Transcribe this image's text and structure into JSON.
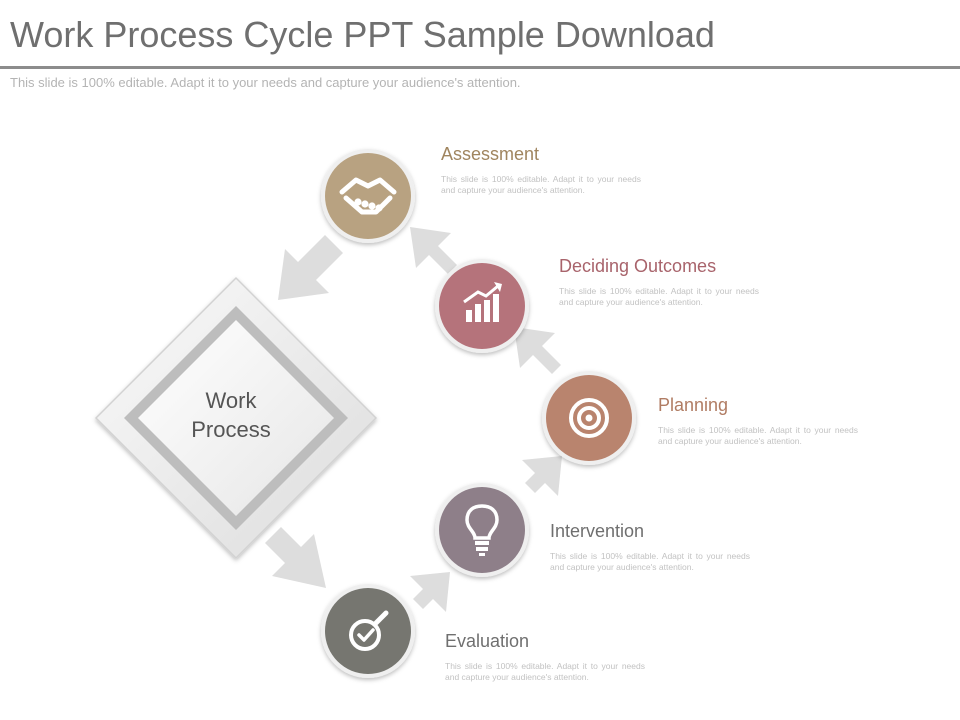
{
  "slide": {
    "title": "Work Process Cycle PPT Sample Download",
    "subtitle": "This slide is 100% editable. Adapt it to your needs and capture your audience's attention."
  },
  "center": {
    "line1": "Work",
    "line2": "Process"
  },
  "steps": [
    {
      "title": "Assessment",
      "desc": "This slide is 100% editable. Adapt it to your needs and capture your audience's attention.",
      "icon": "handshake-icon",
      "color": "#b8a281",
      "title_color": "#a0855f"
    },
    {
      "title": "Deciding Outcomes",
      "desc": "This slide is 100% editable. Adapt it to your needs and capture your audience's attention.",
      "icon": "growth-chart-icon",
      "color": "#b5737b",
      "title_color": "#a8636b"
    },
    {
      "title": "Planning",
      "desc": "This slide is 100% editable. Adapt it to your needs and capture your audience's attention.",
      "icon": "target-icon",
      "color": "#b9846e",
      "title_color": "#b07c63"
    },
    {
      "title": "Intervention",
      "desc": "This slide is 100% editable. Adapt it to your needs and capture your audience's attention.",
      "icon": "lightbulb-icon",
      "color": "#8e7f89",
      "title_color": "#6f6f6f"
    },
    {
      "title": "Evaluation",
      "desc": "This slide is 100% editable. Adapt it to your needs and capture your audience's attention.",
      "icon": "magnifier-check-icon",
      "color": "#767670",
      "title_color": "#6f6f6f"
    }
  ]
}
